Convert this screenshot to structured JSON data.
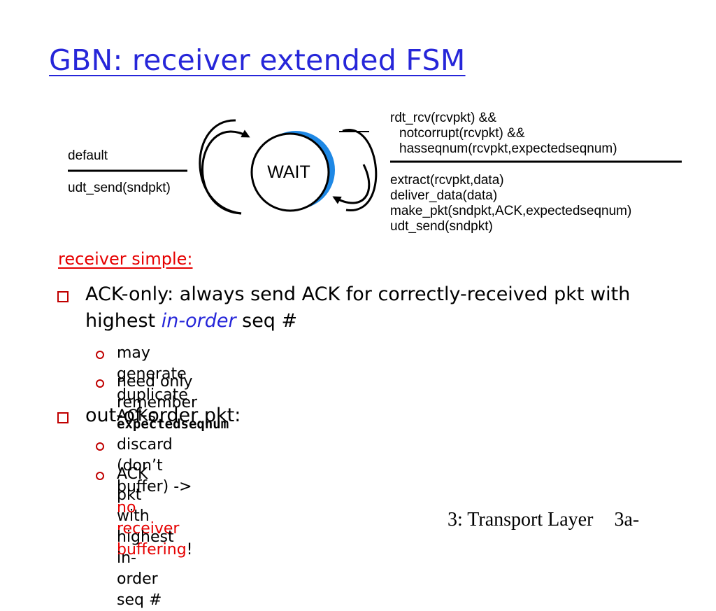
{
  "title": "GBN: receiver extended FSM",
  "fsm": {
    "state": "WAIT",
    "left_transition": {
      "event": "default",
      "action": "udt_send(sndpkt)"
    },
    "right_transition": {
      "event": [
        "rdt_rcv(rcvpkt) &&",
        "notcorrupt(rcvpkt)  &&",
        "hasseqnum(rcvpkt,expectedseqnum)"
      ],
      "actions": [
        "extract(rcvpkt,data)",
        "deliver_data(data)",
        "make_pkt(sndpkt,ACK,expectedseqnum)",
        "udt_send(sndpkt)"
      ]
    }
  },
  "content": {
    "subheading": "receiver simple:",
    "bullet1": {
      "text_a": "ACK-only: always send ACK for correctly-received pkt with highest ",
      "emphasis": "in-order",
      "text_b": " seq #",
      "sub": [
        "may generate duplicate ACKs",
        "need only remember "
      ],
      "sub2_code": "expectedseqnum"
    },
    "bullet2": {
      "text": "out-of-order pkt:",
      "sub1_a": "discard (don’t buffer) -> ",
      "sub1_red": "no receiver buffering",
      "sub1_b": "!",
      "sub2": "ACK pkt with highest in-order seq #"
    }
  },
  "footer": {
    "label": "3: Transport Layer",
    "page": "3a-"
  },
  "colors": {
    "title": "#2626d9",
    "accent_red": "#e60000",
    "state_highlight": "#1e88e5"
  }
}
